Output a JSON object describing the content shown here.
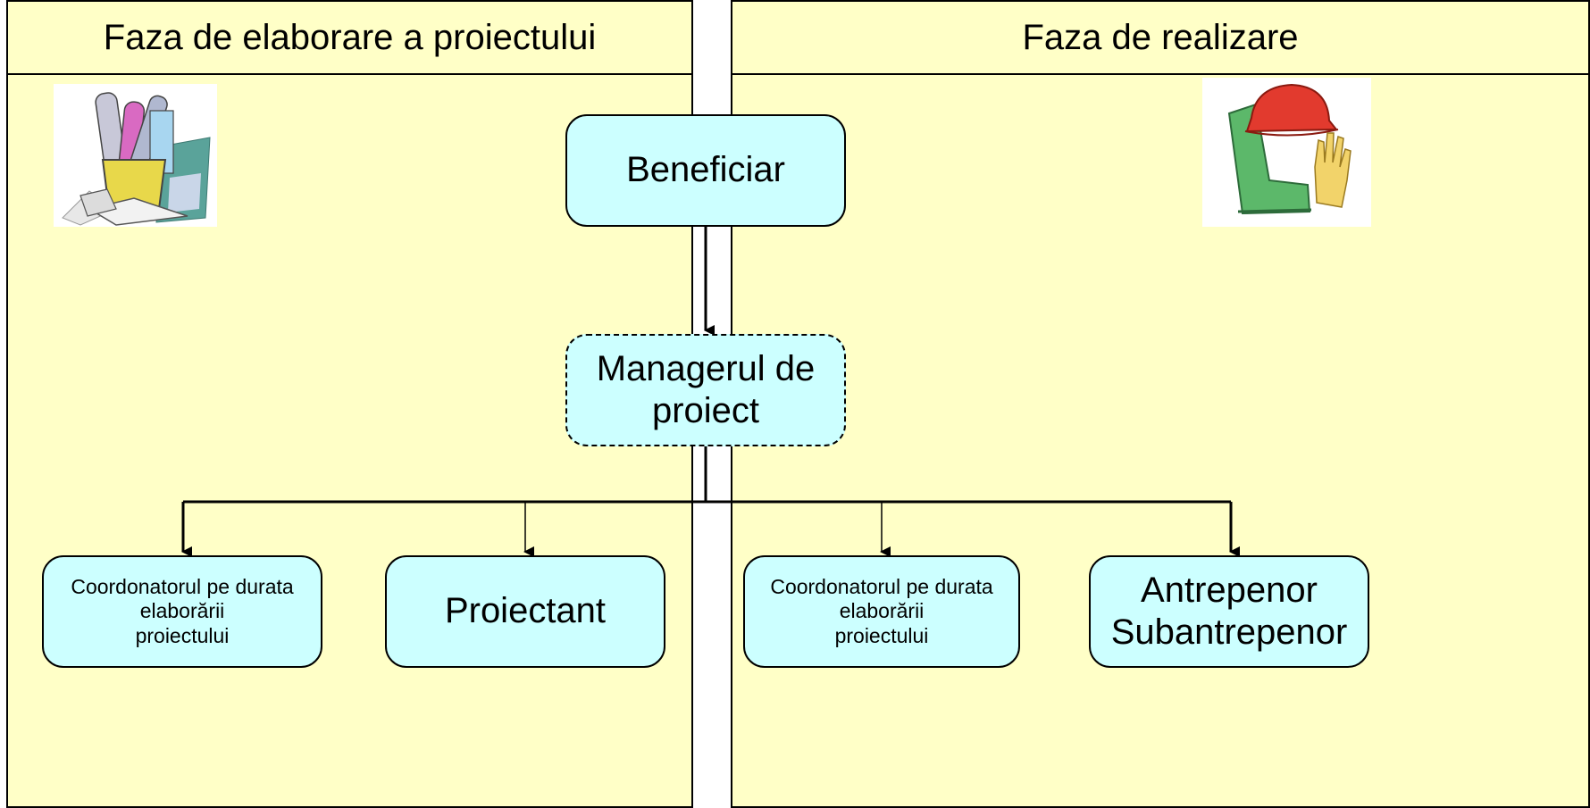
{
  "panels": {
    "left_title": "Faza de elaborare a proiectului",
    "right_title": "Faza de realizare"
  },
  "nodes": {
    "beneficiar": "Beneficiar",
    "manager": "Managerul de proiect",
    "coord_left": "Coordonatorul pe durata\nelaborării\nproiectului",
    "proiectant": "Proiectant",
    "coord_right": "Coordonatorul pe durata\nelaborării\nproiectului",
    "antreprenor": "Antrepenor Subantrepenor"
  },
  "icons": {
    "left_clipart": "blueprint-rolls-icon",
    "right_clipart": "hardhat-boot-glove-icon"
  },
  "colors": {
    "panel_fill": "#ffffc7",
    "node_fill": "#ccffff",
    "line": "#000000"
  }
}
